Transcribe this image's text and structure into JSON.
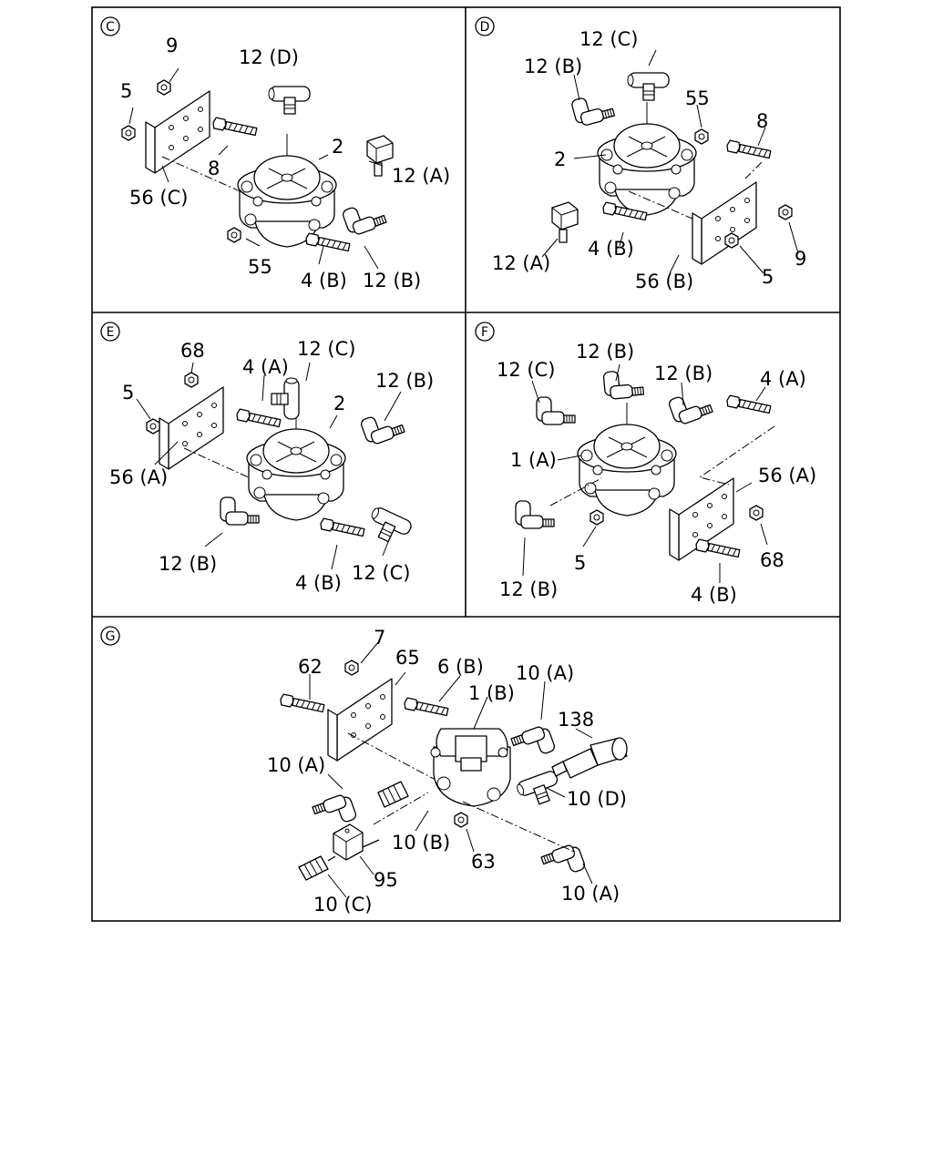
{
  "panels": {
    "C": {
      "id": "C",
      "labels": [
        "9",
        "12 (D)",
        "5",
        "2",
        "12 (A)",
        "8",
        "56 (C)",
        "55",
        "4 (B)",
        "12 (B)"
      ]
    },
    "D": {
      "id": "D",
      "labels": [
        "12 (C)",
        "12 (B)",
        "55",
        "8",
        "2",
        "12 (A)",
        "4 (B)",
        "56 (B)",
        "5",
        "9"
      ]
    },
    "E": {
      "id": "E",
      "labels": [
        "68",
        "12 (C)",
        "4 (A)",
        "12 (B)",
        "2",
        "5",
        "56 (A)",
        "12 (B)",
        "4 (B)",
        "12 (C)"
      ]
    },
    "F": {
      "id": "F",
      "labels": [
        "12 (B)",
        "12 (C)",
        "12 (B)",
        "4 (A)",
        "1 (A)",
        "56 (A)",
        "5",
        "68",
        "12 (B)",
        "4 (B)"
      ]
    },
    "G": {
      "id": "G",
      "labels": [
        "7",
        "65",
        "62",
        "6 (B)",
        "10 (A)",
        "1 (B)",
        "138",
        "10 (A)",
        "10 (D)",
        "10 (B)",
        "63",
        "95",
        "10 (A)",
        "10 (C)"
      ]
    }
  }
}
